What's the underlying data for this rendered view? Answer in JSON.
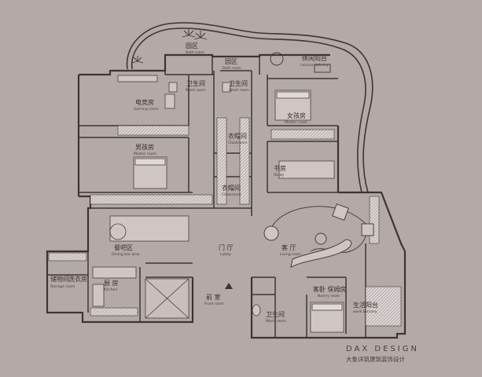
{
  "brand": {
    "name": "DAX DESIGN",
    "subtitle": "大象详筑建筑装饰设计"
  },
  "rooms": {
    "garden": {
      "zh": "园区",
      "en": "Bath room"
    },
    "garden2": {
      "zh": "园区",
      "en": "Bath room"
    },
    "leisure": {
      "zh": "休闲阳台",
      "en": "Leisure balcony"
    },
    "bath1": {
      "zh": "卫生间",
      "en": "Wash room"
    },
    "bath2": {
      "zh": "卫生间",
      "en": "Wash room"
    },
    "gaming": {
      "zh": "电竞房",
      "en": "Gaming room"
    },
    "daughter": {
      "zh": "女孩房",
      "en": "Master room"
    },
    "son": {
      "zh": "男孩房",
      "en": "Master room"
    },
    "closet1": {
      "zh": "衣帽间",
      "en": "Cloakroom"
    },
    "closet2": {
      "zh": "衣帽间",
      "en": "Cloakroom"
    },
    "study": {
      "zh": "书房",
      "en": "Study"
    },
    "dining": {
      "zh": "餐吧区",
      "en": "Dining bar area"
    },
    "lobby": {
      "zh": "门 厅",
      "en": "Lobby"
    },
    "living": {
      "zh": "客 厅",
      "en": "Living room"
    },
    "storage": {
      "zh": "储物间",
      "en": "Storage room"
    },
    "laundry": {
      "zh": "洗衣房",
      "en": ""
    },
    "kitchen": {
      "zh": "厨 房",
      "en": "Kitchen"
    },
    "front": {
      "zh": "前 室",
      "en": "Front room"
    },
    "bath3": {
      "zh": "卫生间",
      "en": "Wash room"
    },
    "guest": {
      "zh": "客卧 保姆房",
      "en": "Nanny room"
    },
    "work": {
      "zh": "生活阳台",
      "en": "work balcony"
    }
  }
}
